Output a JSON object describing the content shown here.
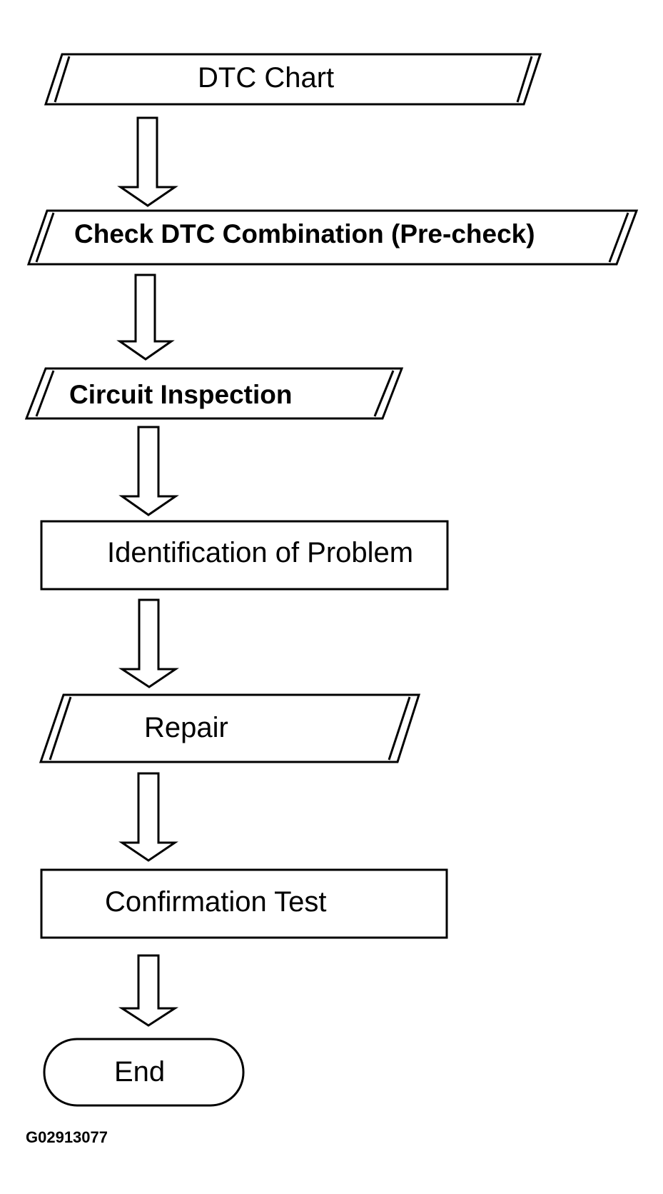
{
  "diagram": {
    "nodes": [
      {
        "id": "dtc-chart",
        "shape": "parallelogram",
        "label": "DTC Chart"
      },
      {
        "id": "check-dtc-combination",
        "shape": "parallelogram",
        "label": "Check DTC Combination (Pre-check)"
      },
      {
        "id": "circuit-inspection",
        "shape": "parallelogram",
        "label": "Circuit Inspection"
      },
      {
        "id": "identification-of-problem",
        "shape": "rectangle",
        "label": "Identification of Problem"
      },
      {
        "id": "repair",
        "shape": "parallelogram",
        "label": "Repair"
      },
      {
        "id": "confirmation-test",
        "shape": "rectangle",
        "label": "Confirmation Test"
      },
      {
        "id": "end",
        "shape": "terminator",
        "label": "End"
      }
    ],
    "edges": [
      {
        "from": "dtc-chart",
        "to": "check-dtc-combination"
      },
      {
        "from": "check-dtc-combination",
        "to": "circuit-inspection"
      },
      {
        "from": "circuit-inspection",
        "to": "identification-of-problem"
      },
      {
        "from": "identification-of-problem",
        "to": "repair"
      },
      {
        "from": "repair",
        "to": "confirmation-test"
      },
      {
        "from": "confirmation-test",
        "to": "end"
      }
    ],
    "figure_id": "G02913077"
  },
  "colors": {
    "stroke": "#000000",
    "fill": "#ffffff",
    "text": "#000000"
  }
}
